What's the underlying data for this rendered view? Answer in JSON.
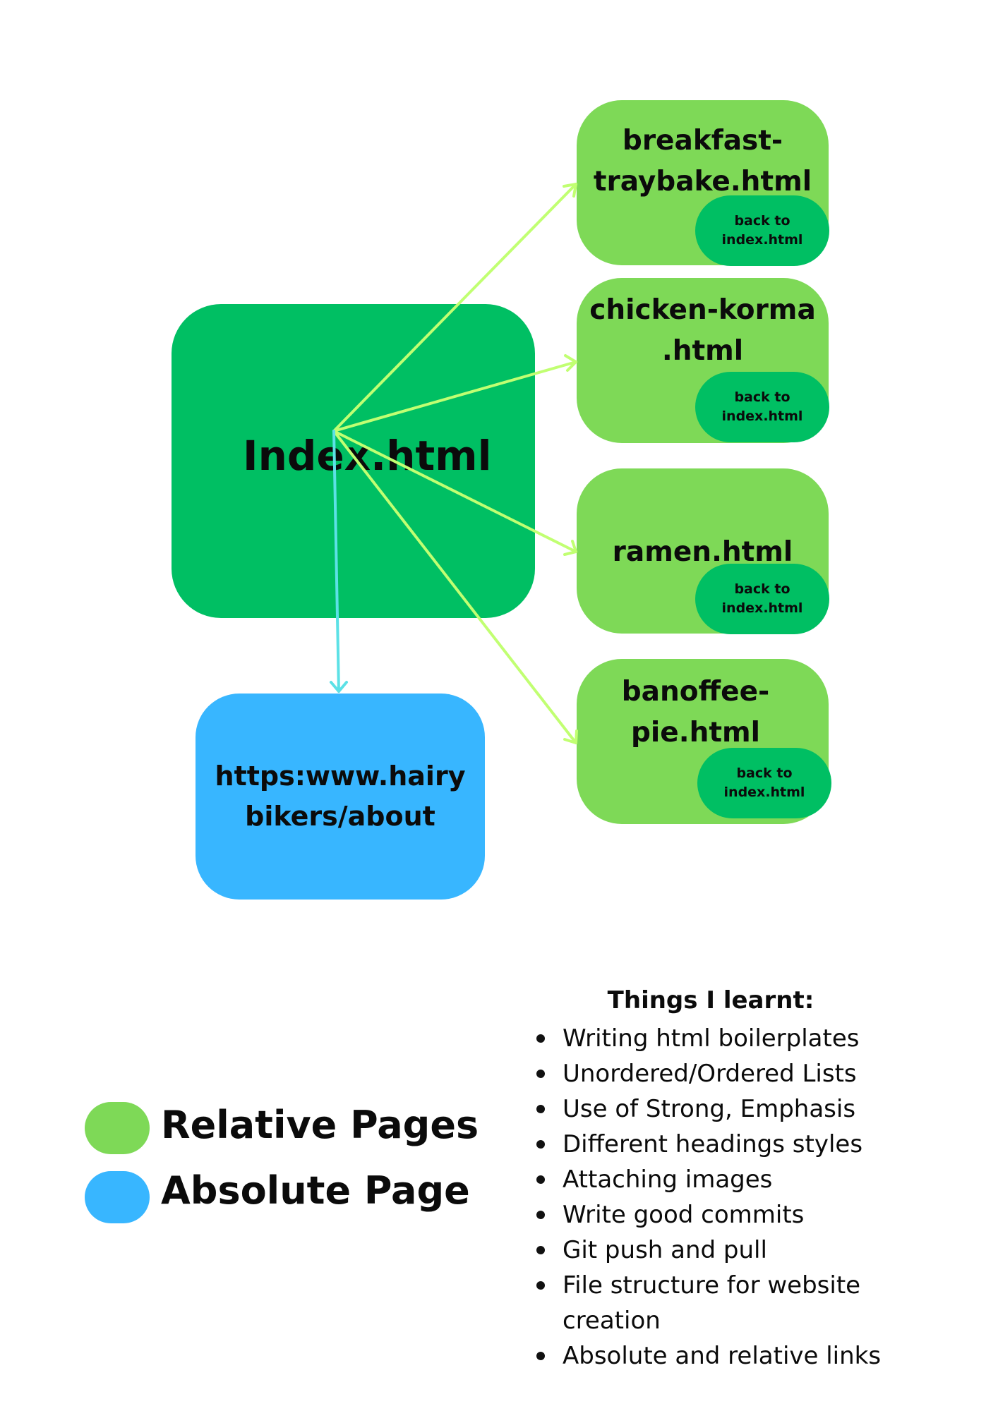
{
  "diagram": {
    "main_page": {
      "label": "Index.html"
    },
    "relative_pages": [
      {
        "lines": [
          "breakfast-",
          "traybake.html"
        ],
        "back_lines": [
          "back to",
          "index.html"
        ]
      },
      {
        "lines": [
          "chicken-korma",
          ".html"
        ],
        "back_lines": [
          "back to",
          "index.html"
        ]
      },
      {
        "lines": [
          "ramen.html"
        ],
        "back_lines": [
          "back to",
          "index.html"
        ]
      },
      {
        "lines": [
          "banoffee-",
          "pie.html"
        ],
        "back_lines": [
          "back to",
          "index.html"
        ]
      }
    ],
    "absolute_page": {
      "lines": [
        "https:www.hairy",
        "bikers/about"
      ]
    }
  },
  "legend": {
    "relative": {
      "label": "Relative Pages",
      "color": "#7ed957"
    },
    "absolute": {
      "label": "Absolute Page",
      "color": "#38b6ff"
    }
  },
  "learnings": {
    "title": "Things I learnt:",
    "items": [
      "Writing html boilerplates",
      "Unordered/Ordered Lists",
      "Use of Strong, Emphasis",
      "Different headings styles",
      "Attaching images",
      "Write good commits",
      "Git push and pull",
      "File structure for website creation",
      "Absolute and relative links"
    ]
  },
  "colors": {
    "main_box": "#00bf63",
    "relative_box": "#7ed957",
    "absolute_box": "#38b6ff",
    "relative_arrow": "#c1ff72",
    "absolute_arrow": "#5ce1e6"
  }
}
